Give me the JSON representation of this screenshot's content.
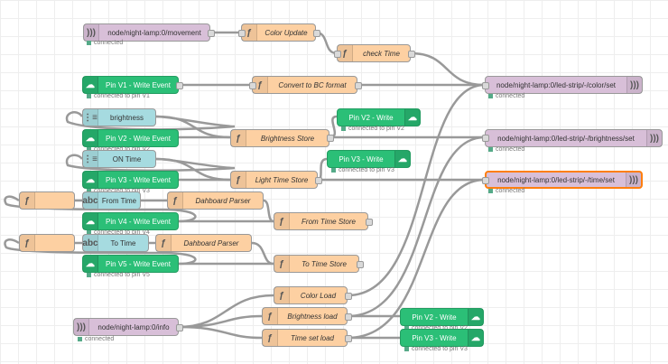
{
  "flow": {
    "nodes": {
      "mqtt_movement": "node/night-lamp:0/movement",
      "color_update": "Color Update",
      "check_time": "check Time",
      "pin_v1_write_event": "Pin V1 - Write Event",
      "convert_bc": "Convert to BC format",
      "mqtt_color_set": "node/night-lamp:0/led-strip/-/color/set",
      "brightness_slider": "brightness",
      "pin_v2_write_top": "Pin V2 - Write",
      "pin_v2_write_event": "Pin V2 - Write Event",
      "brightness_store": "Brightness Store",
      "mqtt_brightness_set": "node/night-lamp:0/led-strip/-/brightness/set",
      "on_time": "ON Time",
      "pin_v3_write_top": "Pin V3 - Write",
      "pin_v3_write_event": "Pin V3 - Write Event",
      "light_time_store": "Light Time Store",
      "mqtt_time_set": "node/night-lamp:0/led-strip/-/time/set",
      "func_1": "",
      "from_time": "From Time",
      "dashboard_parser_1": "Dahboard Parser",
      "pin_v4_write_event": "Pin V4 - Write Event",
      "from_time_store": "From Time Store",
      "func_2": "",
      "to_time": "To Time",
      "dashboard_parser_2": "Dahboard Parser",
      "pin_v5_write_event": "Pin V5 - Write Event",
      "to_time_store": "To Time Store",
      "color_load": "Color Load",
      "mqtt_info": "node/night-lamp:0/info",
      "brightness_load": "Brightness load",
      "pin_v2_write_bottom": "Pin V2 - Write",
      "time_set_load": "Time set load",
      "pin_v3_write_bottom": "Pin V3 - Write"
    },
    "status": {
      "connected": "connected",
      "connected_v1": "connected to pin V1",
      "connected_v2": "connected to pin V2",
      "connected_v3": "connected to pin V3",
      "connected_v4": "connected to pin V4",
      "connected_v5": "connected to pin V5"
    }
  },
  "icons": {
    "function": "function-icon",
    "mqtt": "mqtt-icon",
    "blynk": "blynk-icon",
    "slider": "slider-icon",
    "text_input": "text-input-icon"
  },
  "colors": {
    "function": "#fdd0a2",
    "mqtt": "#d8bfd8",
    "ui": "#a6dbe0",
    "blynk": "#2bbf77",
    "selected": "#ff7f0e",
    "wire": "#999999",
    "status": "#55aa88"
  }
}
